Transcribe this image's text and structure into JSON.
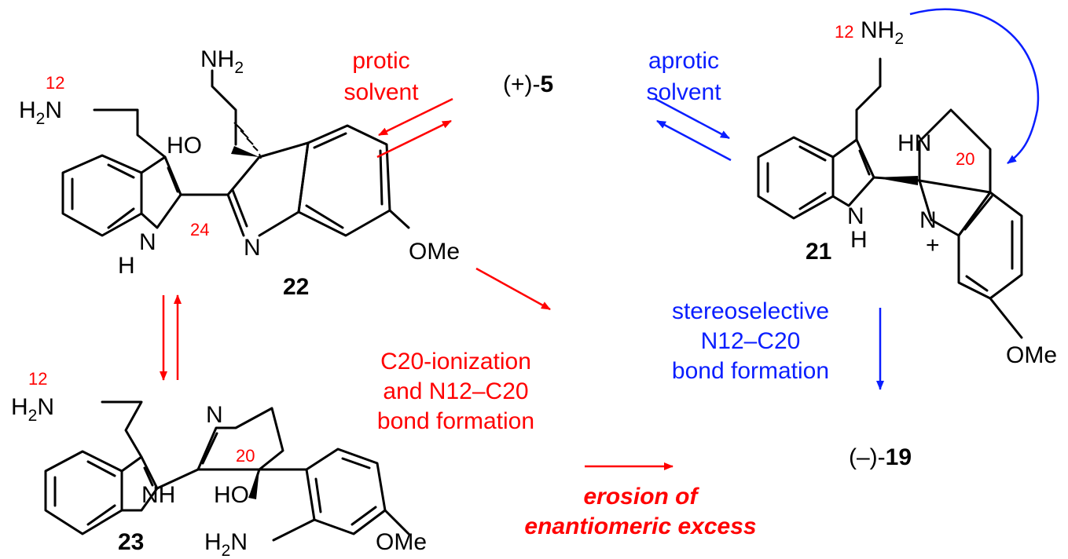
{
  "colors": {
    "red": "#ff0000",
    "blue": "#0a1eff",
    "black": "#000000"
  },
  "top": {
    "protic_line1": "protic",
    "protic_line2": "solvent",
    "center_prefix": "(+)-",
    "center_num": "5",
    "aprotic_line1": "aprotic",
    "aprotic_line2": "solvent"
  },
  "mol22": {
    "label": "22",
    "n12": "12",
    "h2n": "H",
    "h2n_sub": "2",
    "h2n_n": "N",
    "nh2_n": "NH",
    "nh2_sub": "2",
    "ho": "HO",
    "c24": "24",
    "indole_n": "N",
    "indole_h": "H",
    "imine_n": "N",
    "ome": "OMe"
  },
  "mol23": {
    "label": "23",
    "n12": "12",
    "h2n": "H",
    "h2n_sub": "2",
    "h2n_n": "N",
    "imine_n": "N",
    "c20": "20",
    "nh": "NH",
    "ho": "HO",
    "anil_h": "H",
    "anil_sub": "2",
    "anil_n": "N",
    "ome": "OMe"
  },
  "mol21": {
    "label": "21",
    "n12": "12",
    "nh2_n": "NH",
    "nh2_sub": "2",
    "hn": "HN",
    "c20": "20",
    "indole_n": "N",
    "indole_h": "H",
    "imine_n": "N",
    "plus": "+",
    "ome": "OMe"
  },
  "middle": {
    "c20_line1": "C20-ionization",
    "c20_line2": "and N12–C20",
    "c20_line3": "bond formation",
    "erosion_line1": "erosion of",
    "erosion_line2": "enantiomeric excess"
  },
  "right": {
    "stereo_line1": "stereoselective",
    "stereo_line2": "N12–C20",
    "stereo_line3": "bond formation",
    "product_prefix": "(–)-",
    "product_num": "19"
  }
}
